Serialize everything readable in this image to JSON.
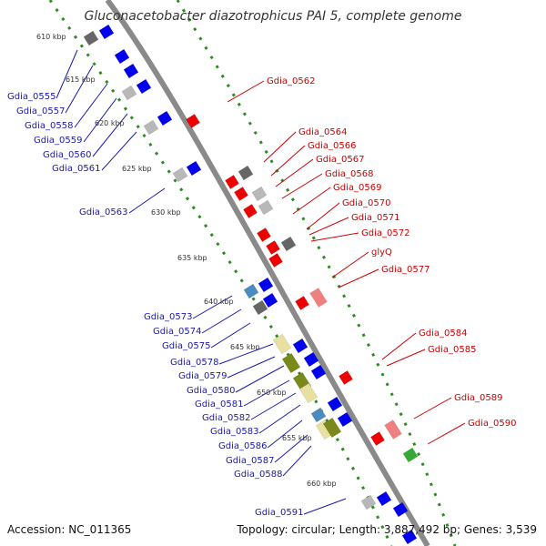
{
  "title": "Gluconacetobacter diazotrophicus PAI 5, complete genome",
  "footer": {
    "accession": "Accession: NC_011365",
    "topology": "Topology: circular; Length: 3,887,492 bp; Genes: 3,539"
  },
  "colors": {
    "backbone": "#8a8a8a",
    "dotted_track": "#2e8b22",
    "left_label": "#1a1aa8",
    "right_label": "#cc0000",
    "blue_gene": "#0000ee",
    "red_gene": "#ee0000",
    "gray_gene": "#b8b8b8",
    "dark_gene": "#666666",
    "pink_gene": "#f08080",
    "green_gene": "#33aa33",
    "olive_gene": "#7a8a1a",
    "khaki_gene": "#e8e0a0",
    "steel_gene": "#4b8bbf"
  },
  "kbp_ticks": [
    "610 kbp",
    "615 kbp",
    "620 kbp",
    "625 kbp",
    "630 kbp",
    "635 kbp",
    "640 kbp",
    "645 kbp",
    "650 kbp",
    "655 kbp",
    "660 kbp"
  ],
  "left_genes": [
    "Gdia_0555",
    "Gdia_0557",
    "Gdia_0558",
    "Gdia_0559",
    "Gdia_0560",
    "Gdia_0561",
    "Gdia_0563",
    "Gdia_0573",
    "Gdia_0574",
    "Gdia_0575",
    "Gdia_0578",
    "Gdia_0579",
    "Gdia_0580",
    "Gdia_0581",
    "Gdia_0582",
    "Gdia_0583",
    "Gdia_0586",
    "Gdia_0587",
    "Gdia_0588",
    "Gdia_0591"
  ],
  "right_genes": [
    "Gdia_0562",
    "Gdia_0564",
    "Gdia_0566",
    "Gdia_0567",
    "Gdia_0568",
    "Gdia_0569",
    "Gdia_0570",
    "Gdia_0571",
    "Gdia_0572",
    "glyQ",
    "Gdia_0577",
    "Gdia_0584",
    "Gdia_0585",
    "Gdia_0589",
    "Gdia_0590"
  ]
}
